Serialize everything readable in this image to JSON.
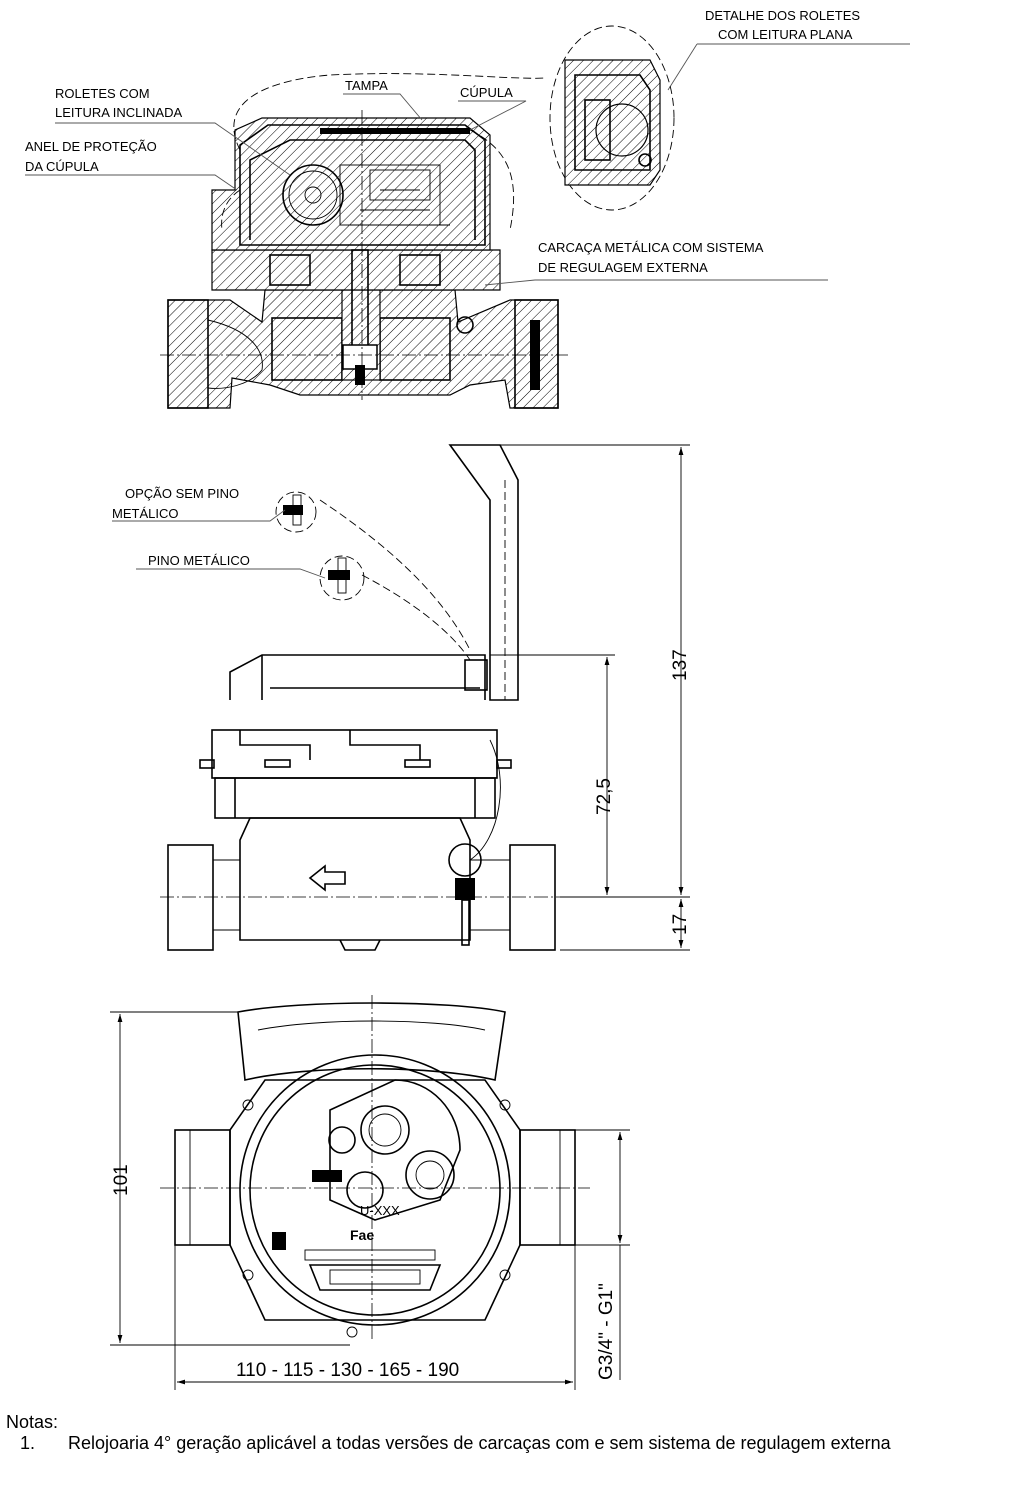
{
  "labels": {
    "tampa": "TAMPA",
    "cupula": "CÚPULA",
    "roletes_inclinada_1": "ROLETES COM",
    "roletes_inclinada_2": "LEITURA INCLINADA",
    "anel_1": "ANEL DE PROTEÇÃO",
    "anel_2": "DA CÚPULA",
    "detalhe_1": "DETALHE DOS ROLETES",
    "detalhe_2": "COM LEITURA PLANA",
    "carcaca_1": "CARCAÇA METÁLICA COM SISTEMA",
    "carcaca_2": "DE REGULAGEM EXTERNA",
    "opcao_1": "OPÇÃO SEM PINO",
    "opcao_2": "METÁLICO",
    "pino": "PINO METÁLICO"
  },
  "dimensions": {
    "total_height": "137",
    "upper_height": "72,5",
    "lower_height": "17",
    "width": "101",
    "lengths": "110 - 115 - 130 - 165 - 190",
    "thread": "G3/4\" - G1\""
  },
  "nameplate": {
    "model": "U-XXX",
    "brand": "Fae"
  },
  "notes": {
    "title": "Notas:",
    "items": [
      {
        "num": "1.",
        "text": "Relojoaria 4° geração aplicável a todas versões de carcaças com e sem sistema de regulagem externa"
      }
    ]
  }
}
